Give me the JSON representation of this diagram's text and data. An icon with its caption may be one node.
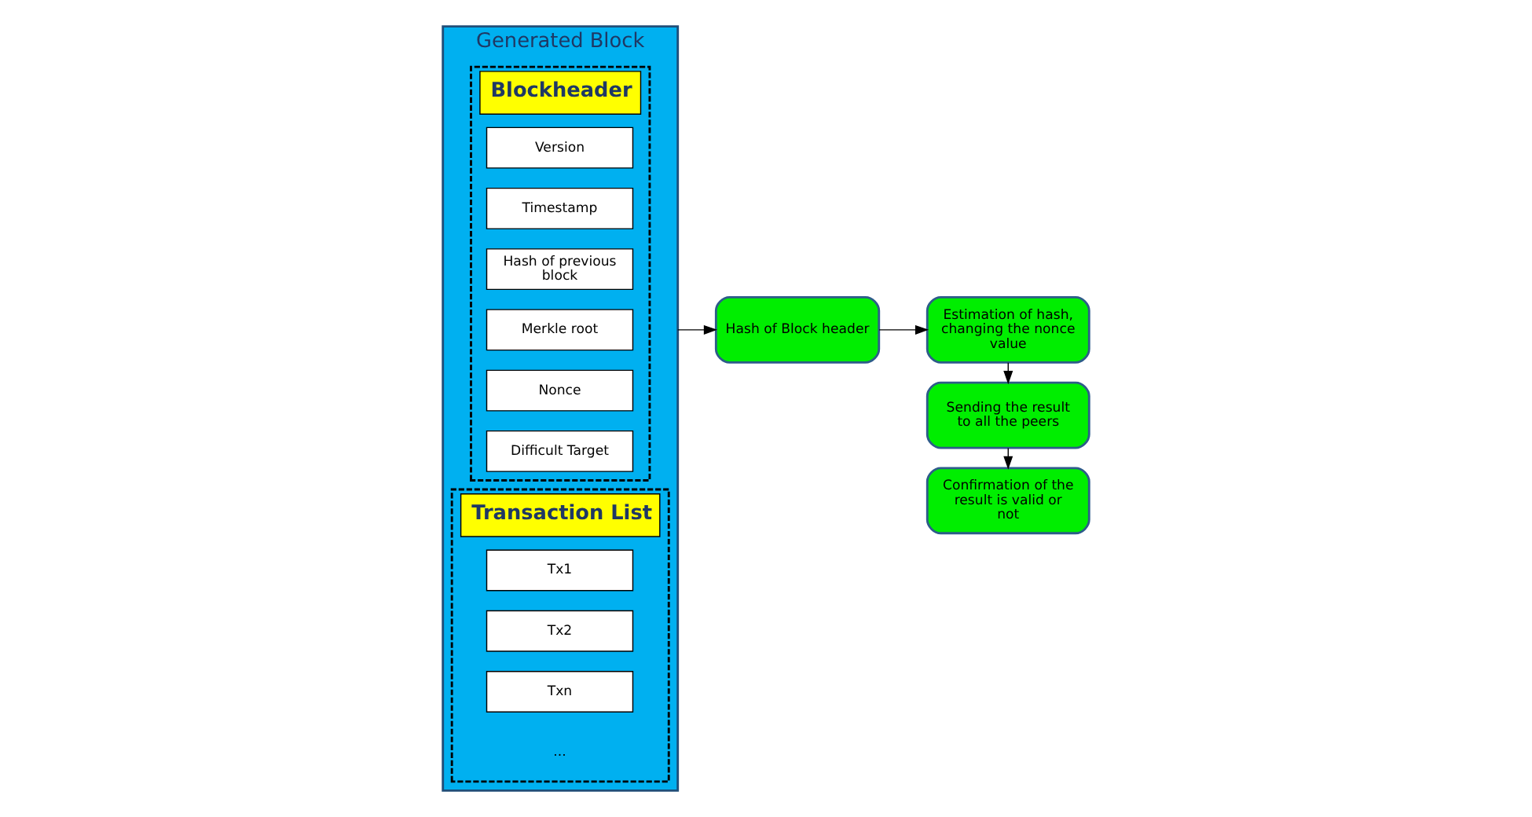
{
  "diagram": {
    "nodes": [
      {
        "text": [
          "Generated Block"
        ]
      },
      {
        "text": [
          "Blockheader"
        ],
        "in": 0
      },
      {
        "text": [
          "Version"
        ],
        "in": 1
      },
      {
        "text": [
          "Timestamp"
        ],
        "in": 1
      },
      {
        "text": [
          "Hash of previous block"
        ],
        "in": 1
      },
      {
        "text": [
          "Merkle root"
        ],
        "in": 1
      },
      {
        "text": [
          "Nonce"
        ],
        "in": 1
      },
      {
        "text": [
          "Difficult Target"
        ],
        "in": 1
      },
      {
        "text": [
          "Transaction List"
        ],
        "in": 0
      },
      {
        "text": [
          "Tx1"
        ],
        "in": 8
      },
      {
        "text": [
          "Tx2"
        ],
        "in": 8
      },
      {
        "text": [
          "Txn"
        ],
        "in": 8
      },
      {
        "text": [
          "Hash of Block header"
        ]
      },
      {
        "text": [
          "Estimation of hash, changing the nonce value"
        ]
      },
      {
        "text": [
          "Sending the result to all the peers"
        ]
      },
      {
        "text": [
          "Confirmation of the result is valid or not"
        ]
      }
    ],
    "edges": [
      {
        "from": 0,
        "to": 12,
        "arrow": "to"
      },
      {
        "from": 12,
        "to": 13,
        "arrow": "to"
      },
      {
        "from": 13,
        "to": 14,
        "arrow": "to"
      },
      {
        "from": 14,
        "to": 15,
        "arrow": "to"
      }
    ],
    "labels": [
      "..."
    ]
  }
}
